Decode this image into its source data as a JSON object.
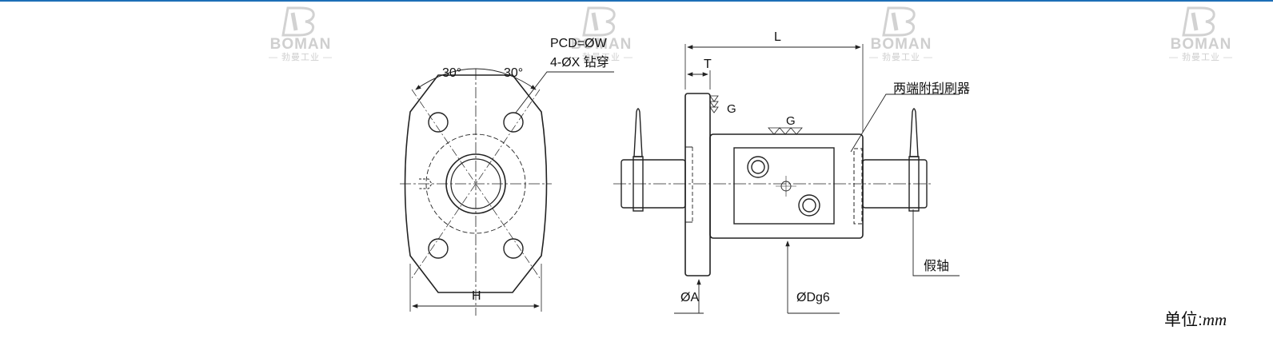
{
  "watermark": {
    "brand": "BOMAN",
    "subtitle": "— 勃曼工业 —"
  },
  "front_view": {
    "angle_left": "30°",
    "angle_right": "30°",
    "pcd_label": "PCD=ØW",
    "holes_label": "4-ØX 钻穿",
    "width_label": "H"
  },
  "side_view": {
    "length_label": "L",
    "flange_thickness_label": "T",
    "roughness_flange": "G",
    "roughness_body": "G",
    "wiper_label": "两端附刮刷器",
    "dummy_shaft_label": "假轴",
    "flange_dia_label": "ØA",
    "body_dia_label": "ØDg6"
  },
  "unit": {
    "prefix": "单位:",
    "value": "mm"
  },
  "colors": {
    "accent_line": "#1d6fb7",
    "line": "#222222",
    "watermark": "#c9c9c9"
  }
}
